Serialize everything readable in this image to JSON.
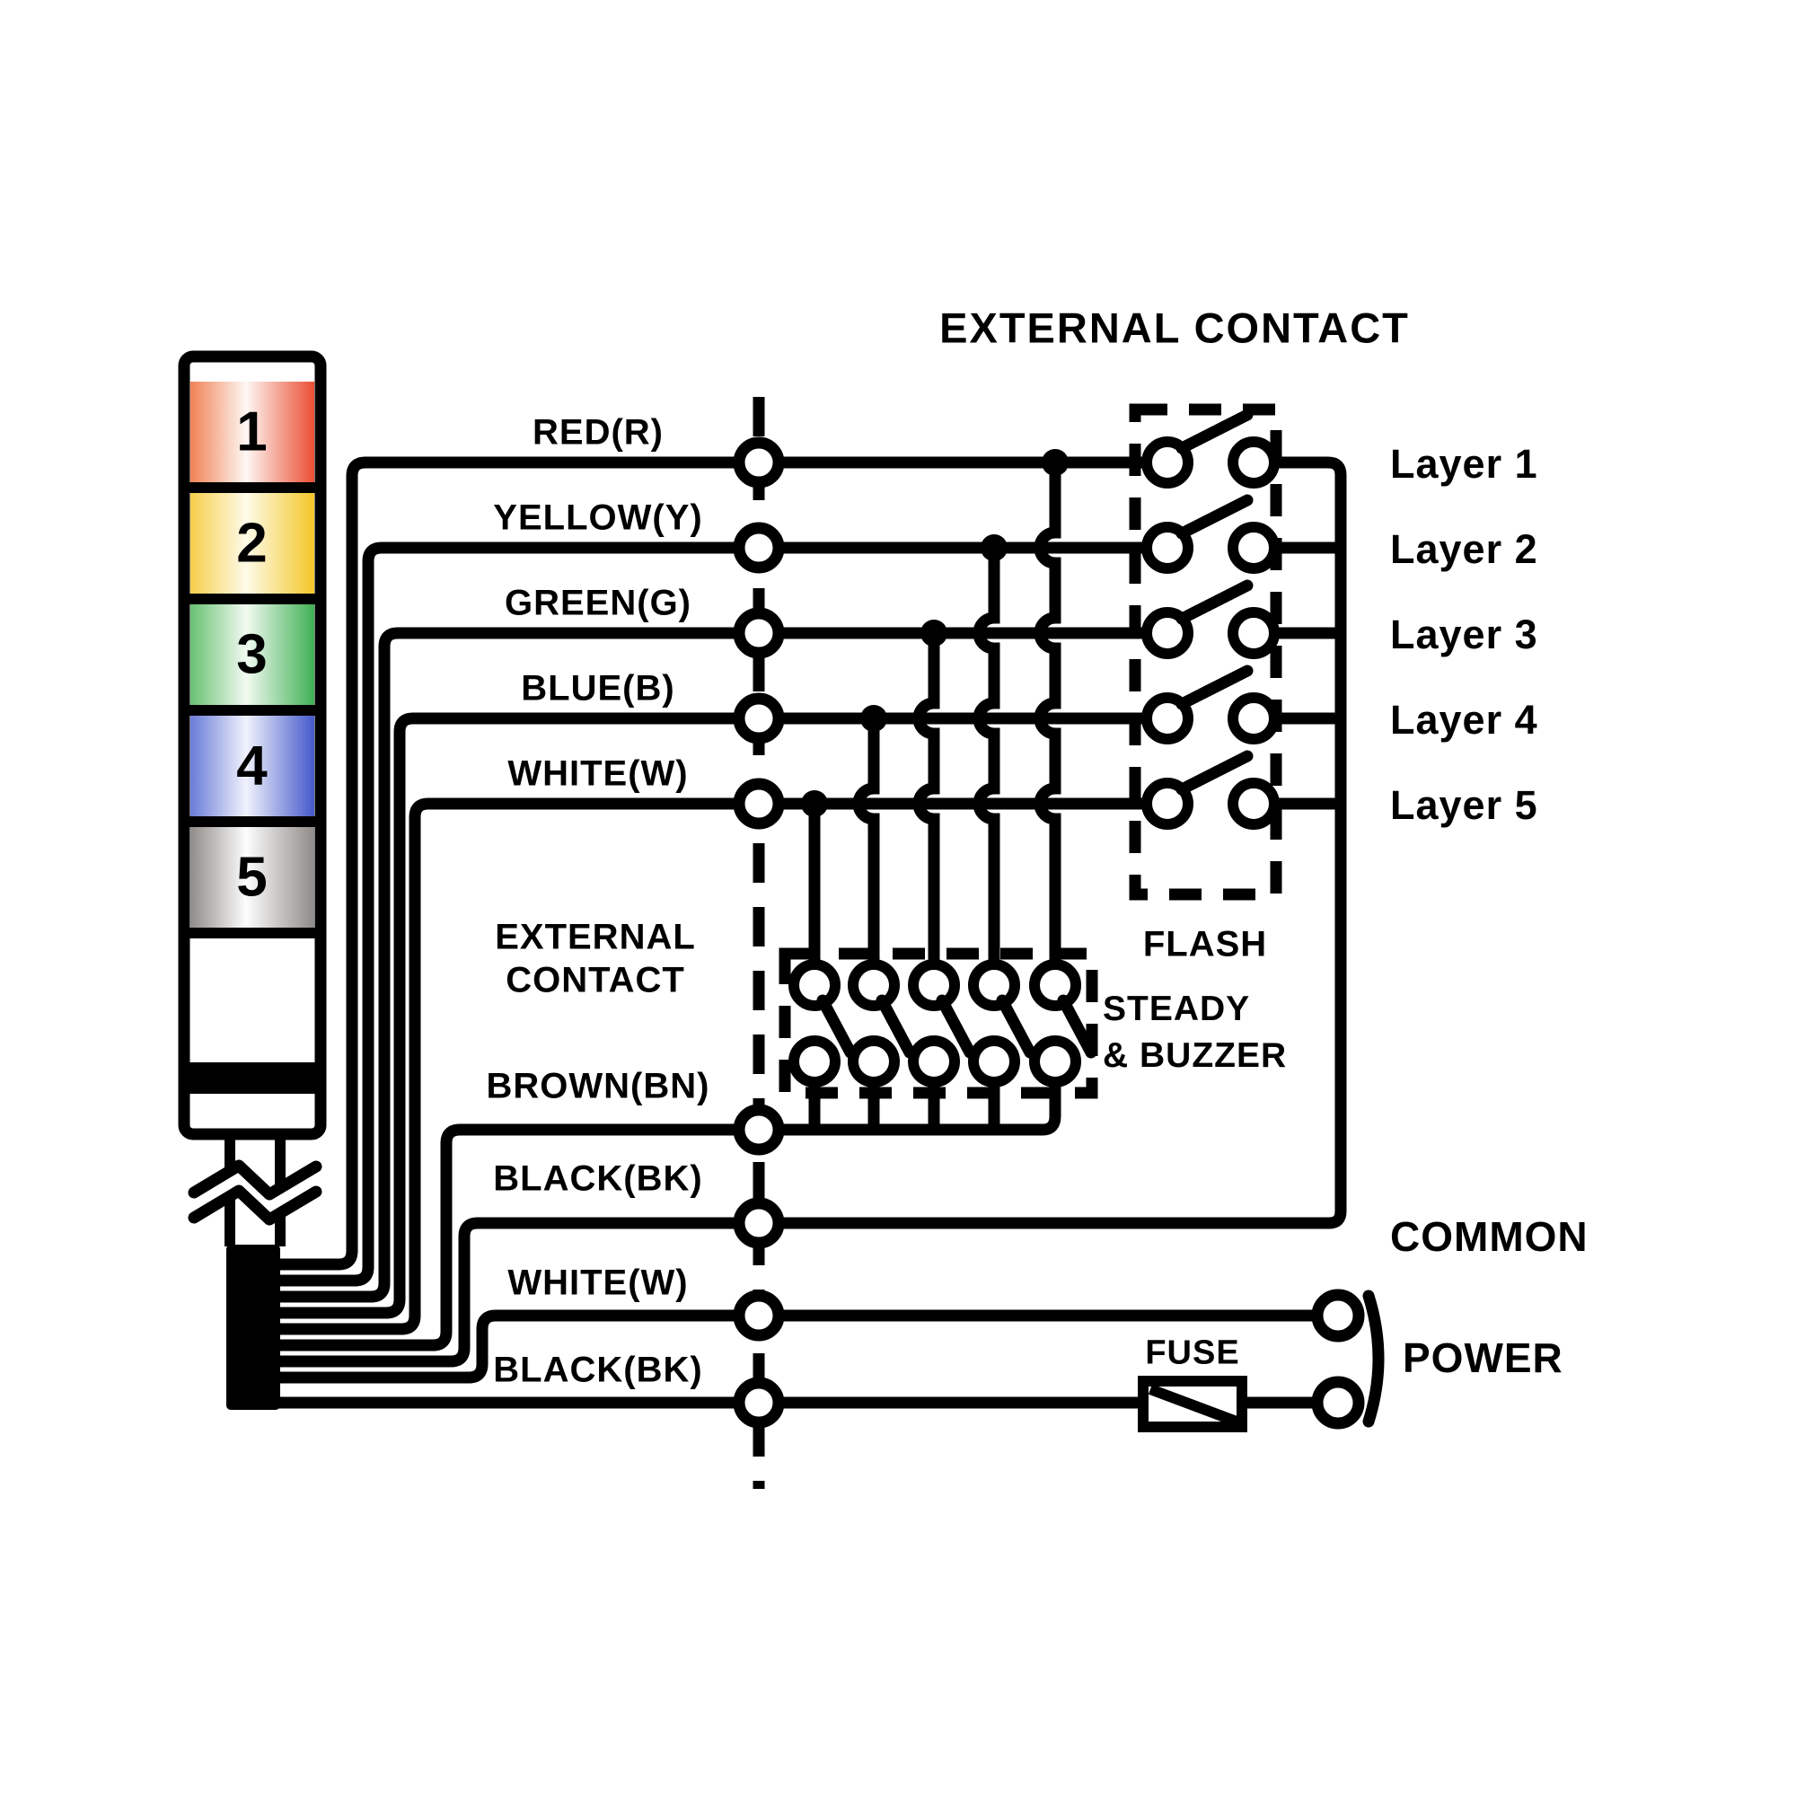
{
  "title": "EXTERNAL CONTACT",
  "tower": {
    "segments": [
      {
        "label": "1",
        "left": "#F08255",
        "center": "#FEF7F3",
        "right": "#EA4E33"
      },
      {
        "label": "2",
        "left": "#F6CE4B",
        "center": "#FEFBE9",
        "right": "#F3C629"
      },
      {
        "label": "3",
        "left": "#68C173",
        "center": "#F2FAF1",
        "right": "#3FB054"
      },
      {
        "label": "4",
        "left": "#6A7CD8",
        "center": "#F0F2FC",
        "right": "#4559CB"
      },
      {
        "label": "5",
        "left": "#8F8B88",
        "center": "#FDFDFD",
        "right": "#8F8B88"
      }
    ]
  },
  "wires": [
    {
      "name": "red",
      "label": "RED(R)"
    },
    {
      "name": "yellow",
      "label": "YELLOW(Y)"
    },
    {
      "name": "green",
      "label": "GREEN(G)"
    },
    {
      "name": "blue",
      "label": "BLUE(B)"
    },
    {
      "name": "white",
      "label": "WHITE(W)"
    },
    {
      "name": "brown",
      "label": "BROWN(BN)"
    },
    {
      "name": "black-common",
      "label": "BLACK(BK)"
    },
    {
      "name": "white-power",
      "label": "WHITE(W)"
    },
    {
      "name": "black-power",
      "label": "BLACK(BK)"
    }
  ],
  "layers": [
    {
      "label": "Layer 1"
    },
    {
      "label": "Layer 2"
    },
    {
      "label": "Layer 3"
    },
    {
      "label": "Layer 4"
    },
    {
      "label": "Layer 5"
    }
  ],
  "boxes": {
    "title_top": "EXTERNAL CONTACT",
    "flash_label": "FLASH",
    "steady_label_line1": "STEADY",
    "steady_label_line2": "& BUZZER",
    "external_contact_line1": "EXTERNAL",
    "external_contact_line2": "CONTACT"
  },
  "power": {
    "common_label": "COMMON",
    "power_label": "POWER",
    "fuse_label": "FUSE"
  },
  "colors": {
    "ink": "#000000",
    "background": "#FFFFFF"
  }
}
